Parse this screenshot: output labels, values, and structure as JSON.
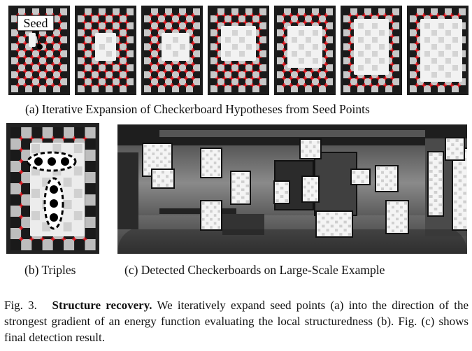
{
  "panel_a": {
    "seed_label": "Seed",
    "caption": "(a)  Iterative Expansion of Checkerboard Hypotheses from Seed Points",
    "stages": [
      {
        "c0": 3,
        "r0": 4,
        "c1": 3,
        "r1": 5
      },
      {
        "c0": 3,
        "r0": 4,
        "c1": 5,
        "r1": 7
      },
      {
        "c0": 3,
        "r0": 4,
        "c1": 6,
        "r1": 7
      },
      {
        "c0": 2,
        "r0": 3,
        "c1": 6,
        "r1": 7
      },
      {
        "c0": 2,
        "r0": 3,
        "c1": 6,
        "r1": 8
      },
      {
        "c0": 2,
        "r0": 2,
        "c1": 6,
        "r1": 9
      },
      {
        "c0": 2,
        "r0": 2,
        "c1": 7,
        "r1": 10
      }
    ]
  },
  "panel_b": {
    "caption": "(b)  Triples"
  },
  "panel_c": {
    "caption": "(c)  Detected Checkerboards on Large-Scale Example"
  },
  "figure_caption": {
    "label": "Fig. 3.",
    "title": "Structure recovery.",
    "text": "We iteratively expand seed points (a) into the direction of the strongest gradient of an energy function evaluating the local structuredness (b). Fig. (c) shows final detection result."
  },
  "colors": {
    "corner": "#e0141c",
    "board_dark": "#1a1a1a",
    "board_light": "#c8c8c8",
    "overlay": "#f2f2f2"
  }
}
